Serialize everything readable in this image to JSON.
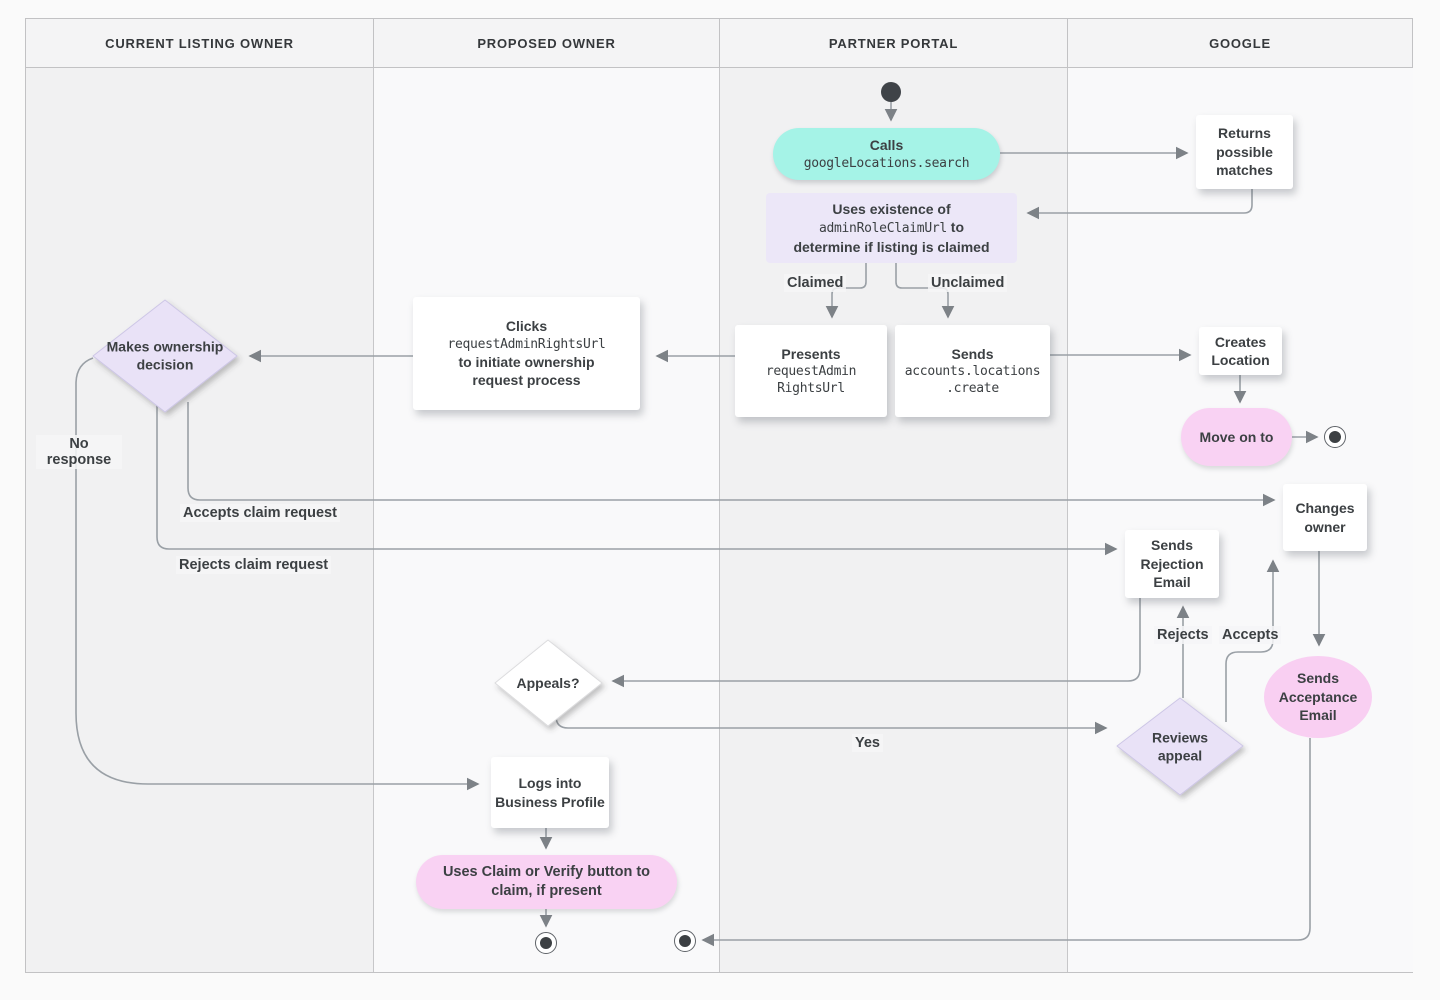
{
  "lanes": [
    {
      "label": "CURRENT LISTING OWNER"
    },
    {
      "label": "PROPOSED OWNER"
    },
    {
      "label": "PARTNER PORTAL"
    },
    {
      "label": "GOOGLE"
    }
  ],
  "nodes": {
    "calls": {
      "title": "Calls",
      "code": "googleLocations.search"
    },
    "returns_matches": {
      "text": "Returns possible matches"
    },
    "uses_existence": {
      "line1": "Uses existence of",
      "code": "adminRoleClaimUrl",
      "line2_suffix": " to",
      "line3": "determine if listing is claimed"
    },
    "presents": {
      "title": "Presents",
      "code1": "requestAdmin",
      "code2": "RightsUrl"
    },
    "sends_create": {
      "title": "Sends",
      "code1": "accounts.locations",
      "code2": ".create"
    },
    "clicks": {
      "title": "Clicks",
      "code": "requestAdminRightsUrl",
      "line2": "to initiate ownership",
      "line3": "request process"
    },
    "makes_decision": {
      "text": "Makes ownership decision"
    },
    "creates_location": {
      "text": "Creates Location"
    },
    "move_on": {
      "text": "Move on to"
    },
    "changes_owner": {
      "text": "Changes owner"
    },
    "sends_rejection": {
      "text": "Sends Rejection Email"
    },
    "sends_acceptance": {
      "text": "Sends Acceptance Email"
    },
    "reviews_appeal": {
      "text": "Reviews appeal"
    },
    "appeals": {
      "text": "Appeals?"
    },
    "logs_in": {
      "text": "Logs into Business Profile"
    },
    "claim_verify": {
      "text": "Uses Claim or Verify button to claim, if present"
    }
  },
  "edge_labels": {
    "claimed": "Claimed",
    "unclaimed": "Unclaimed",
    "no_response": "No response",
    "accepts_claim": "Accepts claim request",
    "rejects_claim": "Rejects claim request",
    "rejects": "Rejects",
    "accepts": "Accepts",
    "yes": "Yes"
  },
  "colors": {
    "teal": "#a5f3e7",
    "lavender": "#ece7f8",
    "pink": "#f9d2f3",
    "line": "#9aa0a6",
    "text": "#3c4043",
    "lane_dark": "#f1f1f2",
    "lane_light": "#f9f9fa"
  }
}
